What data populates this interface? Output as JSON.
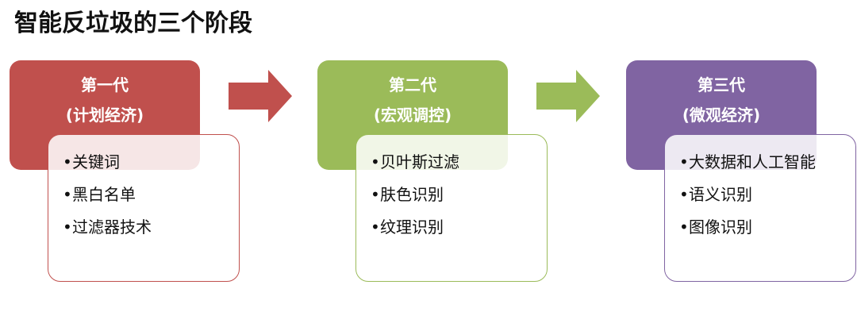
{
  "title": "智能反垃圾的三个阶段",
  "colors": {
    "stage1": "#c0504d",
    "stage2": "#9bbb59",
    "stage3": "#8064a2"
  },
  "stages": [
    {
      "generation": "第一代",
      "subtitle": "(计划经济)",
      "items": [
        "关键词",
        "黑白名单",
        "过滤器技术"
      ]
    },
    {
      "generation": "第二代",
      "subtitle": "(宏观调控)",
      "items": [
        "贝叶斯过滤",
        "肤色识别",
        "纹理识别"
      ]
    },
    {
      "generation": "第三代",
      "subtitle": "(微观经济)",
      "items": [
        "大数据和人工智能",
        "语义识别",
        "图像识别"
      ]
    }
  ],
  "bullet": "•"
}
